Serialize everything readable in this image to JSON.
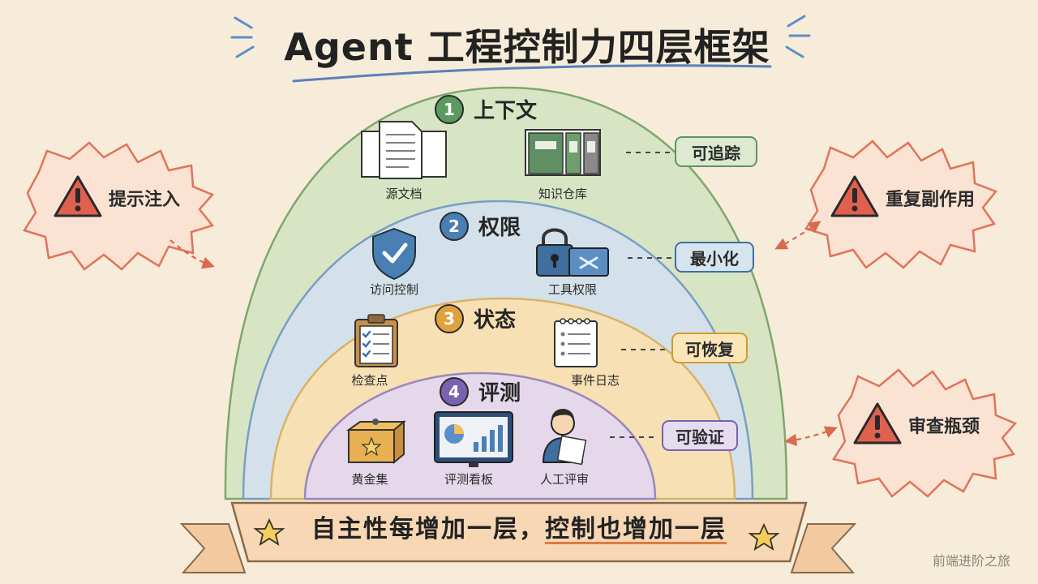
{
  "title": "Agent 工程控制力四层框架",
  "layers": [
    {
      "number": "1",
      "name": "上下文",
      "color": "#5a9a5e",
      "fill": "#d8e5c4",
      "stroke": "#7fa66e",
      "items": [
        {
          "label": "源文档",
          "icon": "document-stack-icon"
        },
        {
          "label": "知识仓库",
          "icon": "binder-shelf-icon"
        }
      ],
      "property": "可追踪"
    },
    {
      "number": "2",
      "name": "权限",
      "color": "#4a7fb5",
      "fill": "#d4e1ea",
      "stroke": "#7a9fc2",
      "items": [
        {
          "label": "访问控制",
          "icon": "shield-check-icon"
        },
        {
          "label": "工具权限",
          "icon": "lock-toolbox-icon"
        }
      ],
      "property": "最小化"
    },
    {
      "number": "3",
      "name": "状态",
      "color": "#e0a23c",
      "fill": "#f6e0b4",
      "stroke": "#d8b26a",
      "items": [
        {
          "label": "检查点",
          "icon": "clipboard-checklist-icon"
        },
        {
          "label": "事件日志",
          "icon": "notebook-log-icon"
        }
      ],
      "property": "可恢复"
    },
    {
      "number": "4",
      "name": "评测",
      "color": "#7a62b0",
      "fill": "#e4d8ea",
      "stroke": "#9d86bd",
      "items": [
        {
          "label": "黄金集",
          "icon": "star-box-icon"
        },
        {
          "label": "评测看板",
          "icon": "dashboard-monitor-icon"
        },
        {
          "label": "人工评审",
          "icon": "reviewer-person-icon"
        }
      ],
      "property": "可验证"
    }
  ],
  "risks": [
    {
      "label": "提示注入",
      "icon": "warning-icon"
    },
    {
      "label": "重复副作用",
      "icon": "warning-icon"
    },
    {
      "label": "审查瓶颈",
      "icon": "warning-icon"
    }
  ],
  "banner": {
    "part1": "自主性每增加一层，",
    "part2": "控制也增加一层"
  },
  "watermark": "前端进阶之旅",
  "colors": {
    "background": "#f6ecd9",
    "risk_fill": "#fbe3d4",
    "risk_stroke": "#e0735a",
    "warning_red": "#e06050",
    "ribbon": "#f7d7b4"
  }
}
